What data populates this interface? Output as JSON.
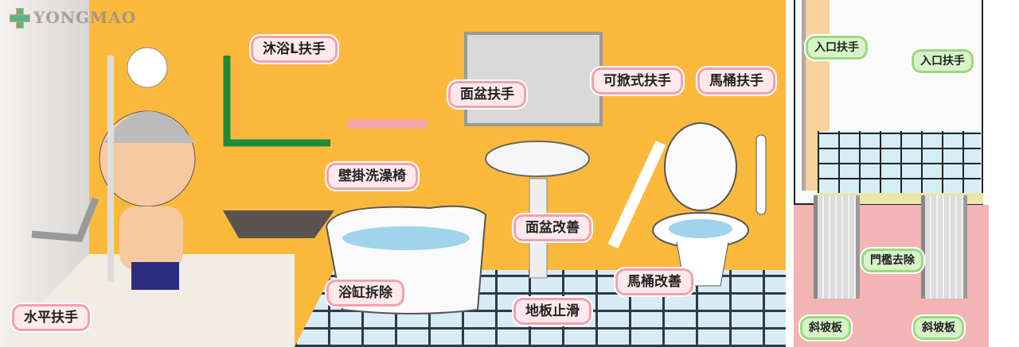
{
  "logo": {
    "text": "YONGMAO"
  },
  "bathroom_labels": {
    "shower_l_grab_bar": "沐浴L扶手",
    "basin_grab_bar": "面盆扶手",
    "flip_up_grab_bar": "可掀式扶手",
    "toilet_grab_bar": "馬桶扶手",
    "wall_shower_chair": "壁掛洗澡椅",
    "basin_improvement": "面盆改善",
    "bathtub_removal": "浴缸拆除",
    "toilet_improvement": "馬桶改善",
    "anti_slip_floor": "地板止滑",
    "horizontal_grab_bar": "水平扶手"
  },
  "entrance_labels": {
    "entrance_grab_bar_left": "入口扶手",
    "entrance_grab_bar_right": "入口扶手",
    "threshold_removal": "門檻去除",
    "ramp_left": "斜坡板",
    "ramp_right": "斜坡板"
  }
}
